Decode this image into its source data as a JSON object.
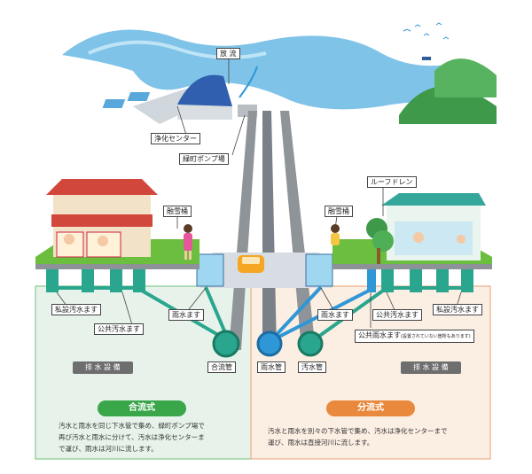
{
  "labels": {
    "discharge": "放 流",
    "purification_center": "浄化センター",
    "midoricho_pump": "緑町ポンプ場",
    "snow_ditch_left": "融雪桶",
    "snow_ditch_right": "融雪桶",
    "roof_drain": "ルーフドレン",
    "private_sewage_box_left": "私設汚水ます",
    "public_sewage_box_left": "公共汚水ます",
    "rain_box_left": "雨水ます",
    "rain_box_right": "雨水ます",
    "public_sewage_box_right": "公共汚水ます",
    "private_sewage_box_right": "私設汚水ます",
    "public_rain_box_right": "公共雨水ます",
    "public_rain_box_note": "(設置されていない箇所もあります)",
    "combined_pipe": "合流管",
    "rain_pipe": "雨水管",
    "sewage_pipe": "汚水管",
    "drain_equipment_left": "排 水 設 備",
    "drain_equipment_right": "排 水 設 備"
  },
  "combined": {
    "title": "合流式",
    "line1": "汚水と雨水を同じ下水管で集め、緑町ポンプ場で",
    "line2": "再び汚水と雨水に分けて、汚水は浄化センターま",
    "line3": "で運び、雨水は河川に流します。"
  },
  "separate": {
    "title": "分流式",
    "line1": "汚水と雨水を別々の下水管で集め、汚水は浄化センターまで",
    "line2": "運び、雨水は直接河川に流します。"
  },
  "colors": {
    "combined_green": "#3aa64a",
    "separate_orange": "#e8893e",
    "rain_blue": "#2f97d6",
    "pipe_gray": "#8f9499"
  }
}
